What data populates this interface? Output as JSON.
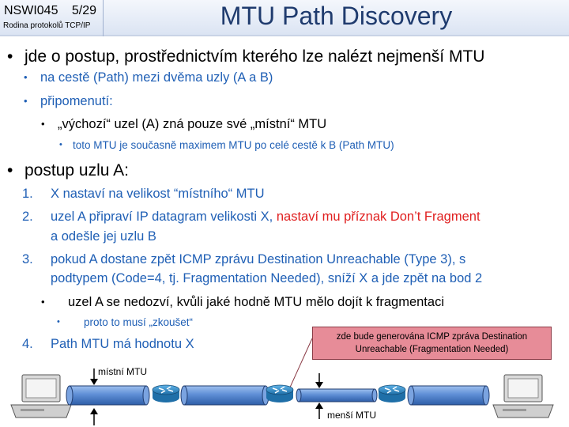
{
  "header": {
    "course_code": "NSWI045",
    "page": "5/29",
    "course_subtitle": "Rodina protokolů TCP/IP",
    "title": "MTU Path Discovery"
  },
  "bullets": {
    "b1": "jde o postup, prostřednictvím kterého lze nalézt nejmenší MTU",
    "b1_1": "na cestě (Path) mezi dvěma uzly (A a B)",
    "b1_2": "připomenutí:",
    "b1_2_1": "„výchozí“ uzel (A) zná pouze své „místní“ MTU",
    "b1_2_1_1": "toto MTU je současně maximem MTU po celé cestě k B (Path MTU)",
    "b2": "postup uzlu A:",
    "s1_num": "1.",
    "s1": "X nastaví na velikost “místního“ MTU",
    "s2_num": "2.",
    "s2_a": "uzel A připraví IP datagram velikosti X, ",
    "s2_red": "nastaví mu příznak Don’t Fragment",
    "s2_b": "a odešle jej uzlu B",
    "s3_num": "3.",
    "s3_a": "pokud A dostane zpět ICMP zprávu Destination Unreachable (Type 3), s",
    "s3_b": "podtypem (Code=4, tj. Fragmentation Needed), sníží X a jde zpět na bod 2",
    "s3_sub": "uzel A se nedozví, kvůli jaké hodně MTU mělo dojít k fragmentaci",
    "s3_sub_sub": "proto to musí „zkoušet“",
    "s4_num": "4.",
    "s4": "Path MTU má hodnotu X"
  },
  "bullet_glyphs": {
    "dot": "•"
  },
  "callout": {
    "line1": "zde bude generována ICMP zpráva Destination",
    "line2": "Unreachable (Fragmentation Needed)"
  },
  "diagram": {
    "local_mtu_label": "místní MTU",
    "smaller_mtu_label": "menší MTU"
  },
  "colors": {
    "title": "#1f3b6e",
    "level2_text": "#1f5fb5",
    "highlight_red": "#e02020",
    "callout_fill": "#e78c98",
    "router": "#2f8fd0",
    "pipe": "#5f8fd6"
  }
}
